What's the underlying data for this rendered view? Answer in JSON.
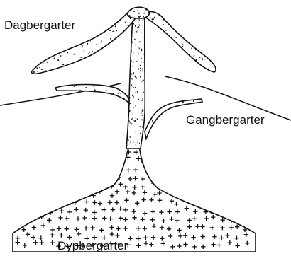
{
  "labels": {
    "surface_rocks": "Dagbergarter",
    "dike_rocks": "Gangbergarter",
    "plutonic_rocks": "Dypbergarter"
  },
  "colors": {
    "ink": "#111111",
    "paper": "#ffffff"
  }
}
